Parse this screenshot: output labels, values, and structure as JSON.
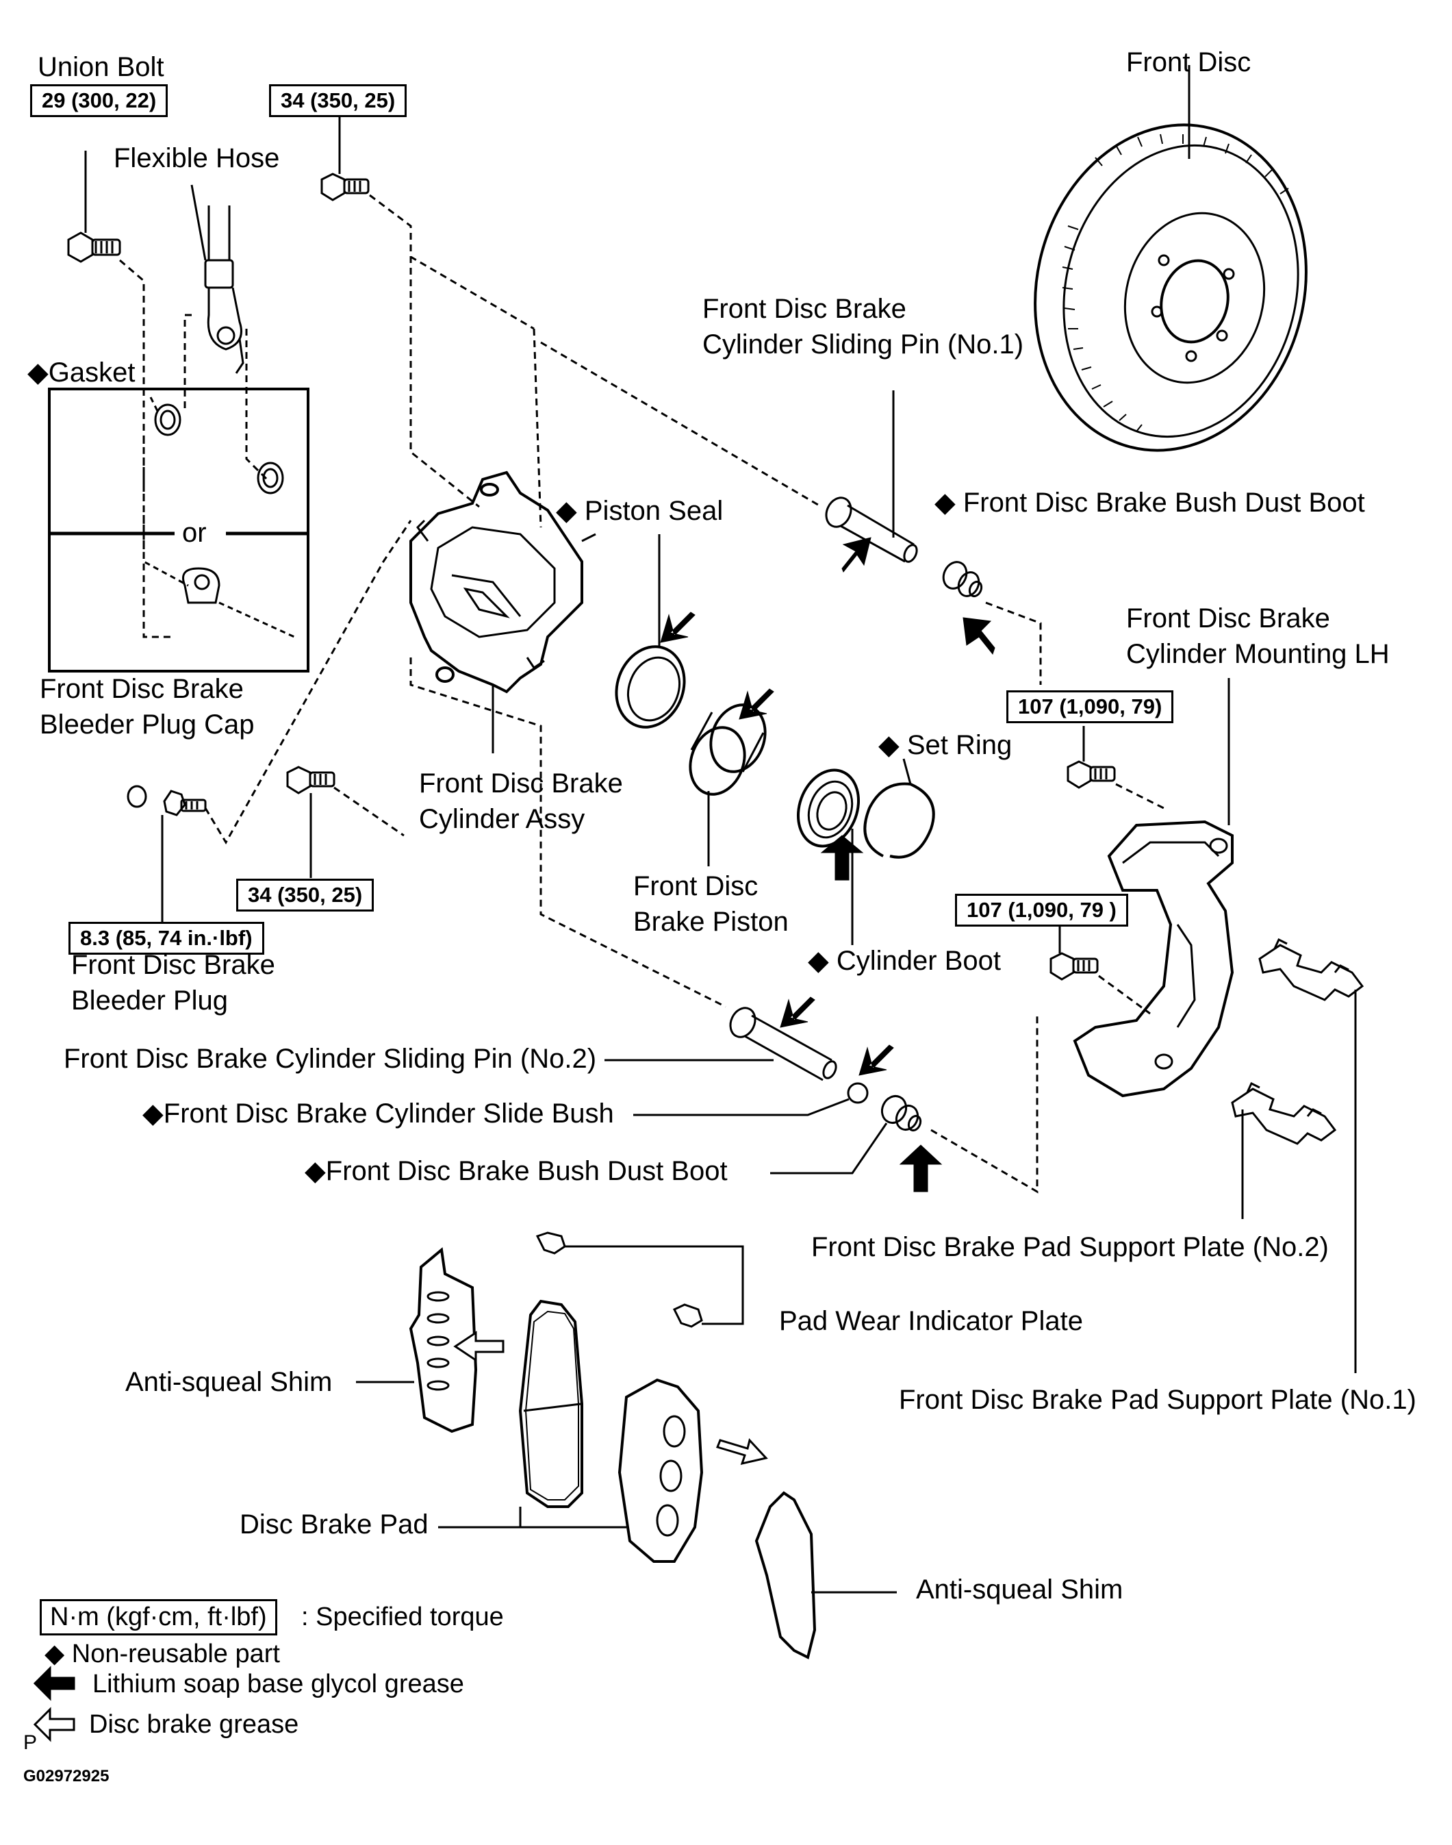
{
  "labels": {
    "union_bolt": "Union Bolt",
    "flexible_hose": "Flexible Hose",
    "gasket": "◆Gasket",
    "or": "or",
    "bleeder_plug_cap_1": "Front Disc Brake",
    "bleeder_plug_cap_2": "Bleeder Plug Cap",
    "bleeder_plug_1": "Front Disc Brake",
    "bleeder_plug_2": "Bleeder Plug",
    "cylinder_assy_1": "Front Disc Brake",
    "cylinder_assy_2": "Cylinder Assy",
    "piston_seal": "◆ Piston Seal",
    "piston_1": "Front Disc",
    "piston_2": "Brake Piston",
    "set_ring": "◆ Set Ring",
    "cylinder_boot": "◆ Cylinder Boot",
    "sliding_pin_1_a": "Front Disc Brake",
    "sliding_pin_1_b": "Cylinder Sliding Pin (No.1)",
    "bush_dust_boot_top": "◆ Front Disc Brake Bush Dust Boot",
    "front_disc": "Front Disc",
    "mounting_1": "Front Disc Brake",
    "mounting_2": "Cylinder Mounting LH",
    "sliding_pin_2": "Front Disc Brake Cylinder Sliding Pin (No.2)",
    "slide_bush": "◆Front Disc Brake Cylinder Slide Bush",
    "bush_dust_boot_bottom": "◆Front Disc Brake Bush Dust Boot",
    "pad_support_plate_2": "Front Disc Brake Pad Support Plate (No.2)",
    "pad_wear_indicator": "Pad Wear Indicator Plate",
    "pad_support_plate_1": "Front Disc Brake Pad Support Plate (No.1)",
    "anti_squeal_shim_left": "Anti-squeal  Shim",
    "disc_brake_pad": "Disc Brake Pad",
    "anti_squeal_shim_right": "Anti-squeal  Shim"
  },
  "torque": {
    "union_bolt": "29 (300, 22)",
    "cylinder_bolt_upper": "34 (350, 25)",
    "cylinder_bolt_lower": "34 (350, 25)",
    "bleeder_plug": "8.3 (85, 74 in.·lbf)",
    "mounting_upper": "107 (1,090, 79)",
    "mounting_lower": "107 (1,090, 79 )"
  },
  "legend": {
    "unit_box": "N·m (kgf·cm, ft·lbf)",
    "unit_desc": ": Specified torque",
    "non_reusable": "◆ Non-reusable part",
    "lithium": "Lithium soap base glycol grease",
    "disc_grease": "Disc brake grease"
  },
  "footer": {
    "p_mark": "P",
    "figure_code": "G02972925"
  }
}
